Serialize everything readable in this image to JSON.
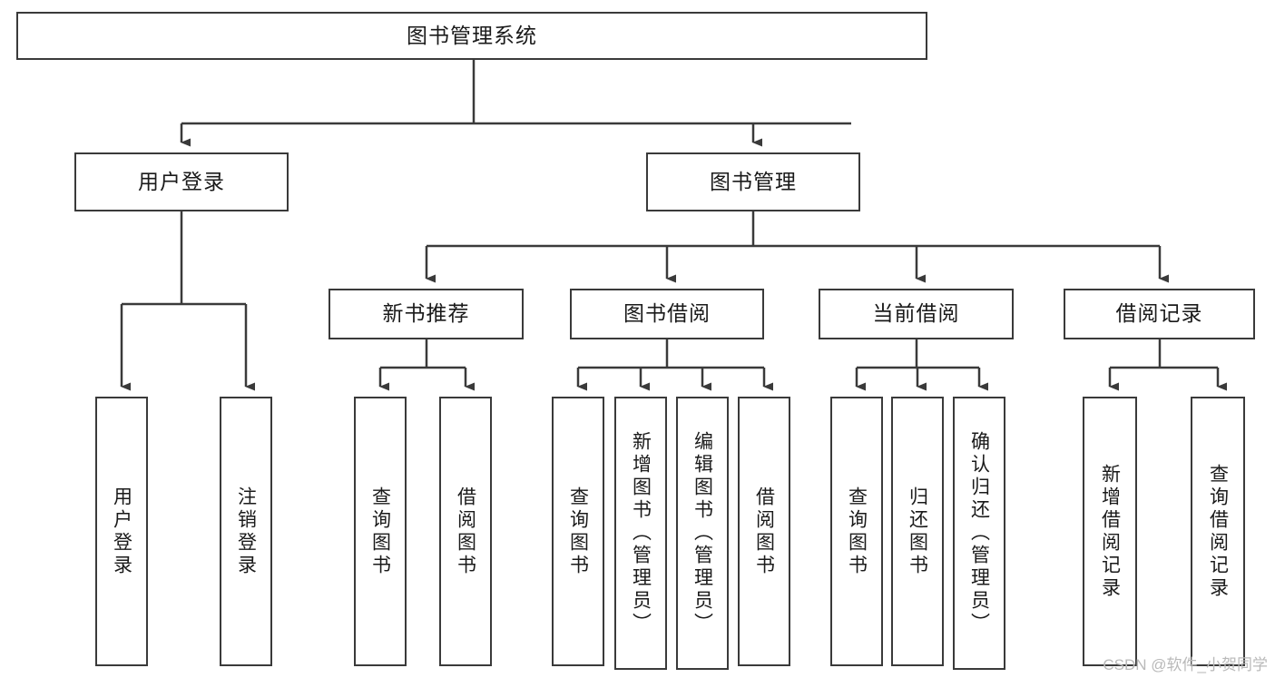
{
  "diagram": {
    "title": "图书管理系统",
    "watermark": "CSDN @软件_小贺同学",
    "line_color": "#3a3a3a",
    "background": "#ffffff",
    "text_color": "#1a1a1a"
  },
  "nodes": {
    "root": {
      "label": "图书管理系统"
    },
    "level2": [
      {
        "label": "用户登录"
      },
      {
        "label": "图书管理"
      }
    ],
    "level3": [
      {
        "label": "新书推荐"
      },
      {
        "label": "图书借阅"
      },
      {
        "label": "当前借阅"
      },
      {
        "label": "借阅记录"
      }
    ],
    "leaves": {
      "user_login": [
        {
          "label": "用户登录"
        },
        {
          "label": "注销登录"
        }
      ],
      "new_book": [
        {
          "label": "查询图书"
        },
        {
          "label": "借阅图书"
        }
      ],
      "book_borrow": [
        {
          "label": "查询图书"
        },
        {
          "label": "新增图书（管理员）"
        },
        {
          "label": "编辑图书（管理员）"
        },
        {
          "label": "借阅图书"
        }
      ],
      "current_borrow": [
        {
          "label": "查询图书"
        },
        {
          "label": "归还图书"
        },
        {
          "label": "确认归还（管理员）"
        }
      ],
      "borrow_record": [
        {
          "label": "新增借阅记录"
        },
        {
          "label": "查询借阅记录"
        }
      ]
    }
  }
}
